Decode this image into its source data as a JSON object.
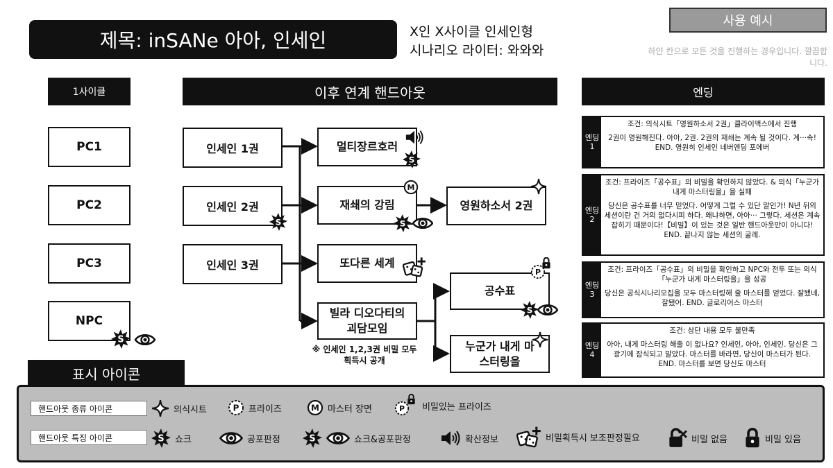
{
  "title": "제목: inSANe 아아, 인세인",
  "subtitle_line1": "X인 X사이클 인세인형",
  "subtitle_line2": "시나리오 라이터: 와와와",
  "example_button": "사용 예시",
  "example_note": "하얀 칸으로 모든 것을 진행하는 경우입니다. 깔끔합니다.",
  "headers": {
    "cycle1": "1사이클",
    "later": "이후 연계 핸드아웃",
    "ending": "엔딩"
  },
  "pcs": [
    "PC1",
    "PC2",
    "PC3",
    "NPC"
  ],
  "volumes": [
    "인세인 1권",
    "인세인 2권",
    "인세인 3권"
  ],
  "handouts": {
    "multigenre": "멀티장르호러",
    "descent": "재쇄의 강림",
    "another_world": "또다른 세계",
    "villa": "빌라 디오다티의 괴담모임",
    "admire2": "영원하소서 2권",
    "table": "공수표",
    "mastered": "누군가 내게 마스터링을"
  },
  "villa_note": "※ 인세인 1,2,3권 비밀 모두 획득시 공개",
  "endings": [
    {
      "tab": "엔딩1",
      "condition": "조건: 의식시트「영원하소서 2권」클라이맥스에서 진행",
      "text": "2권이 영원해진다. 아아, 2권. 2권의 재쇄는 계속 될 것이다. 계···속! END. 영원히 인세인 네버엔딩 포에버"
    },
    {
      "tab": "엔딩2",
      "condition": "조건: 프라이즈「공수표」의 비밀을 확인하지 않았다. & 의식「누군가 내게 마스터링을」을 실패",
      "text": "당신은 공수표를 너무 믿었다. 어떻게 그럴 수 있단 말인가! N년 뒤의 세션이란 건 거의 없다시피 하다. 왜냐하면, 아아··· 그렇다. 세션은 계속 잡히기 때문이다!【비밀】이 있는 것은 일반 핸드아웃만이 아니다! END. 끝나지 않는 세션의 굴레."
    },
    {
      "tab": "엔딩3",
      "condition": "조건: 프라이즈「공수표」의 비밀을 확인하고 NPC와 전투 또는 의식「누군가 내게 마스터링을」을 성공",
      "text": "당신은 공식시나리오집을 모두 마스터링해 줄 마스터를 얻었다. 잘됐네, 잘됐어. END. 글로리어스 마스터"
    },
    {
      "tab": "엔딩4",
      "condition": "조건: 상단 내용 모두 불만족",
      "text": "아아, 내게 마스터링 해줄 이 없나요? 인세인, 아아, 인세인. 당신은 그 광기에 잠식되고 말았다. 마스터를 바라면, 당신이 마스터가 된다. END. 마스터를 보면 당신도 마스터"
    }
  ],
  "legend": {
    "header": "표시 아이콘",
    "row1_label": "핸드아웃 종류 아이콘",
    "row2_label": "핸드아웃 특징 아이콘",
    "row1": [
      "의식시트",
      "프라이즈",
      "마스터 장면",
      "비밀있는 프라이즈"
    ],
    "row2": [
      "쇼크",
      "공포판정",
      "쇼크&공포판정",
      "확산정보",
      "비밀획득시 보조판정필요",
      "비밀 없음",
      "비밀 있음"
    ]
  }
}
